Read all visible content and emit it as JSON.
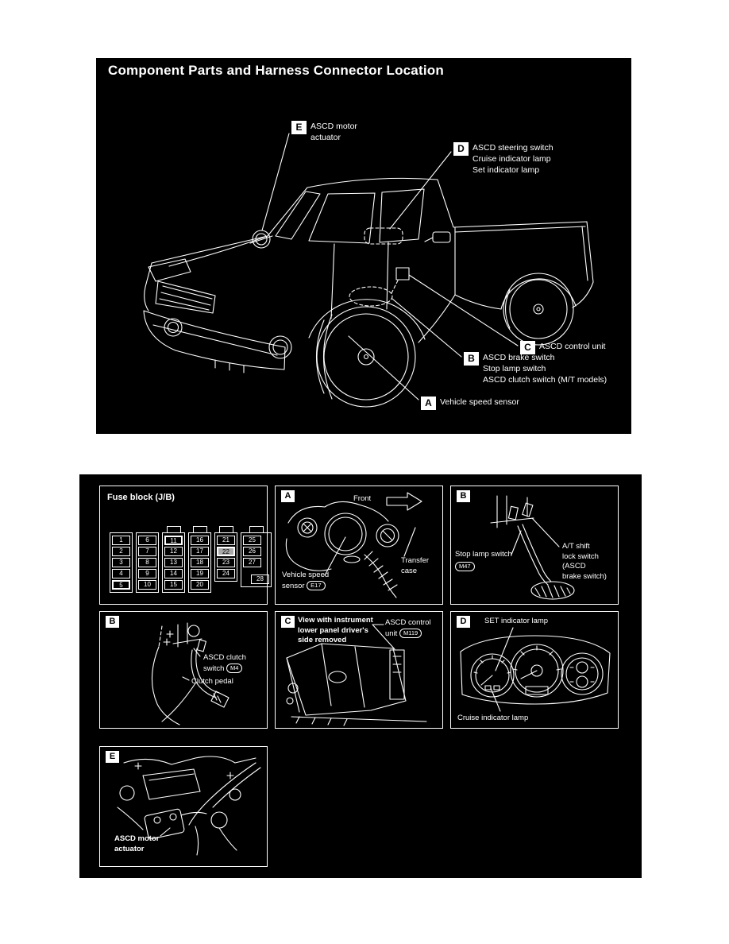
{
  "top_panel": {
    "title": "Component Parts and Harness Connector Location",
    "callouts": {
      "e": {
        "letter": "E",
        "line1": "ASCD motor",
        "line2": "actuator"
      },
      "d": {
        "letter": "D",
        "line1": "ASCD steering switch",
        "line2": "Cruise indicator lamp",
        "line3": "Set indicator lamp"
      },
      "c": {
        "letter": "C",
        "line1": "ASCD control unit"
      },
      "b": {
        "letter": "B",
        "line1": "ASCD brake switch",
        "line2": "Stop lamp switch",
        "line3": "ASCD clutch switch (M/T models)"
      },
      "a": {
        "letter": "A",
        "line1": "Vehicle speed sensor"
      }
    }
  },
  "bottom_panel": {
    "fuse_block": {
      "label": "Fuse block (J/B)",
      "columns": [
        {
          "tab": false,
          "fuses": [
            "1",
            "2",
            "3",
            "4",
            "5"
          ]
        },
        {
          "tab": false,
          "fuses": [
            "6",
            "7",
            "8",
            "9",
            "10"
          ]
        },
        {
          "tab": true,
          "fuses": [
            "11",
            "12",
            "13",
            "14",
            "15"
          ]
        },
        {
          "tab": true,
          "fuses": [
            "16",
            "17",
            "18",
            "19",
            "20"
          ]
        },
        {
          "tab": true,
          "fuses": [
            "21",
            "22",
            "23",
            "24"
          ]
        },
        {
          "tab": true,
          "fuses": [
            "25",
            "26",
            "27",
            "28"
          ],
          "offset_last": true
        }
      ],
      "highlighted": [
        "5",
        "11",
        "22"
      ],
      "filled": [
        "22"
      ]
    },
    "panel_a": {
      "letter": "A",
      "front": "Front",
      "sensor_line1": "Vehicle speed",
      "sensor_line2": "sensor",
      "sensor_connector": "E17",
      "transfer_line1": "Transfer",
      "transfer_line2": "case"
    },
    "panel_b_brake": {
      "letter": "B",
      "stop_lamp": "Stop lamp switch",
      "stop_lamp_connector": "M47",
      "shift_line1": "A/T shift",
      "shift_line2": "lock switch",
      "shift_line3": "(ASCD",
      "shift_line4": "brake switch)"
    },
    "panel_b_clutch": {
      "letter": "B",
      "clutch_line1": "ASCD clutch",
      "clutch_line2": "switch",
      "clutch_connector": "M4",
      "pedal": "Clutch pedal"
    },
    "panel_c": {
      "letter": "C",
      "note_line1": "View with instrument",
      "note_line2": "lower panel driver's",
      "note_line3": "side removed",
      "unit_line1": "ASCD control",
      "unit_line2": "unit",
      "unit_connector": "M119"
    },
    "panel_d": {
      "letter": "D",
      "set_label": "SET indicator lamp",
      "cruise_label": "Cruise indicator lamp"
    },
    "panel_e": {
      "letter": "E",
      "label_line1": "ASCD motor",
      "label_line2": "actuator"
    }
  }
}
